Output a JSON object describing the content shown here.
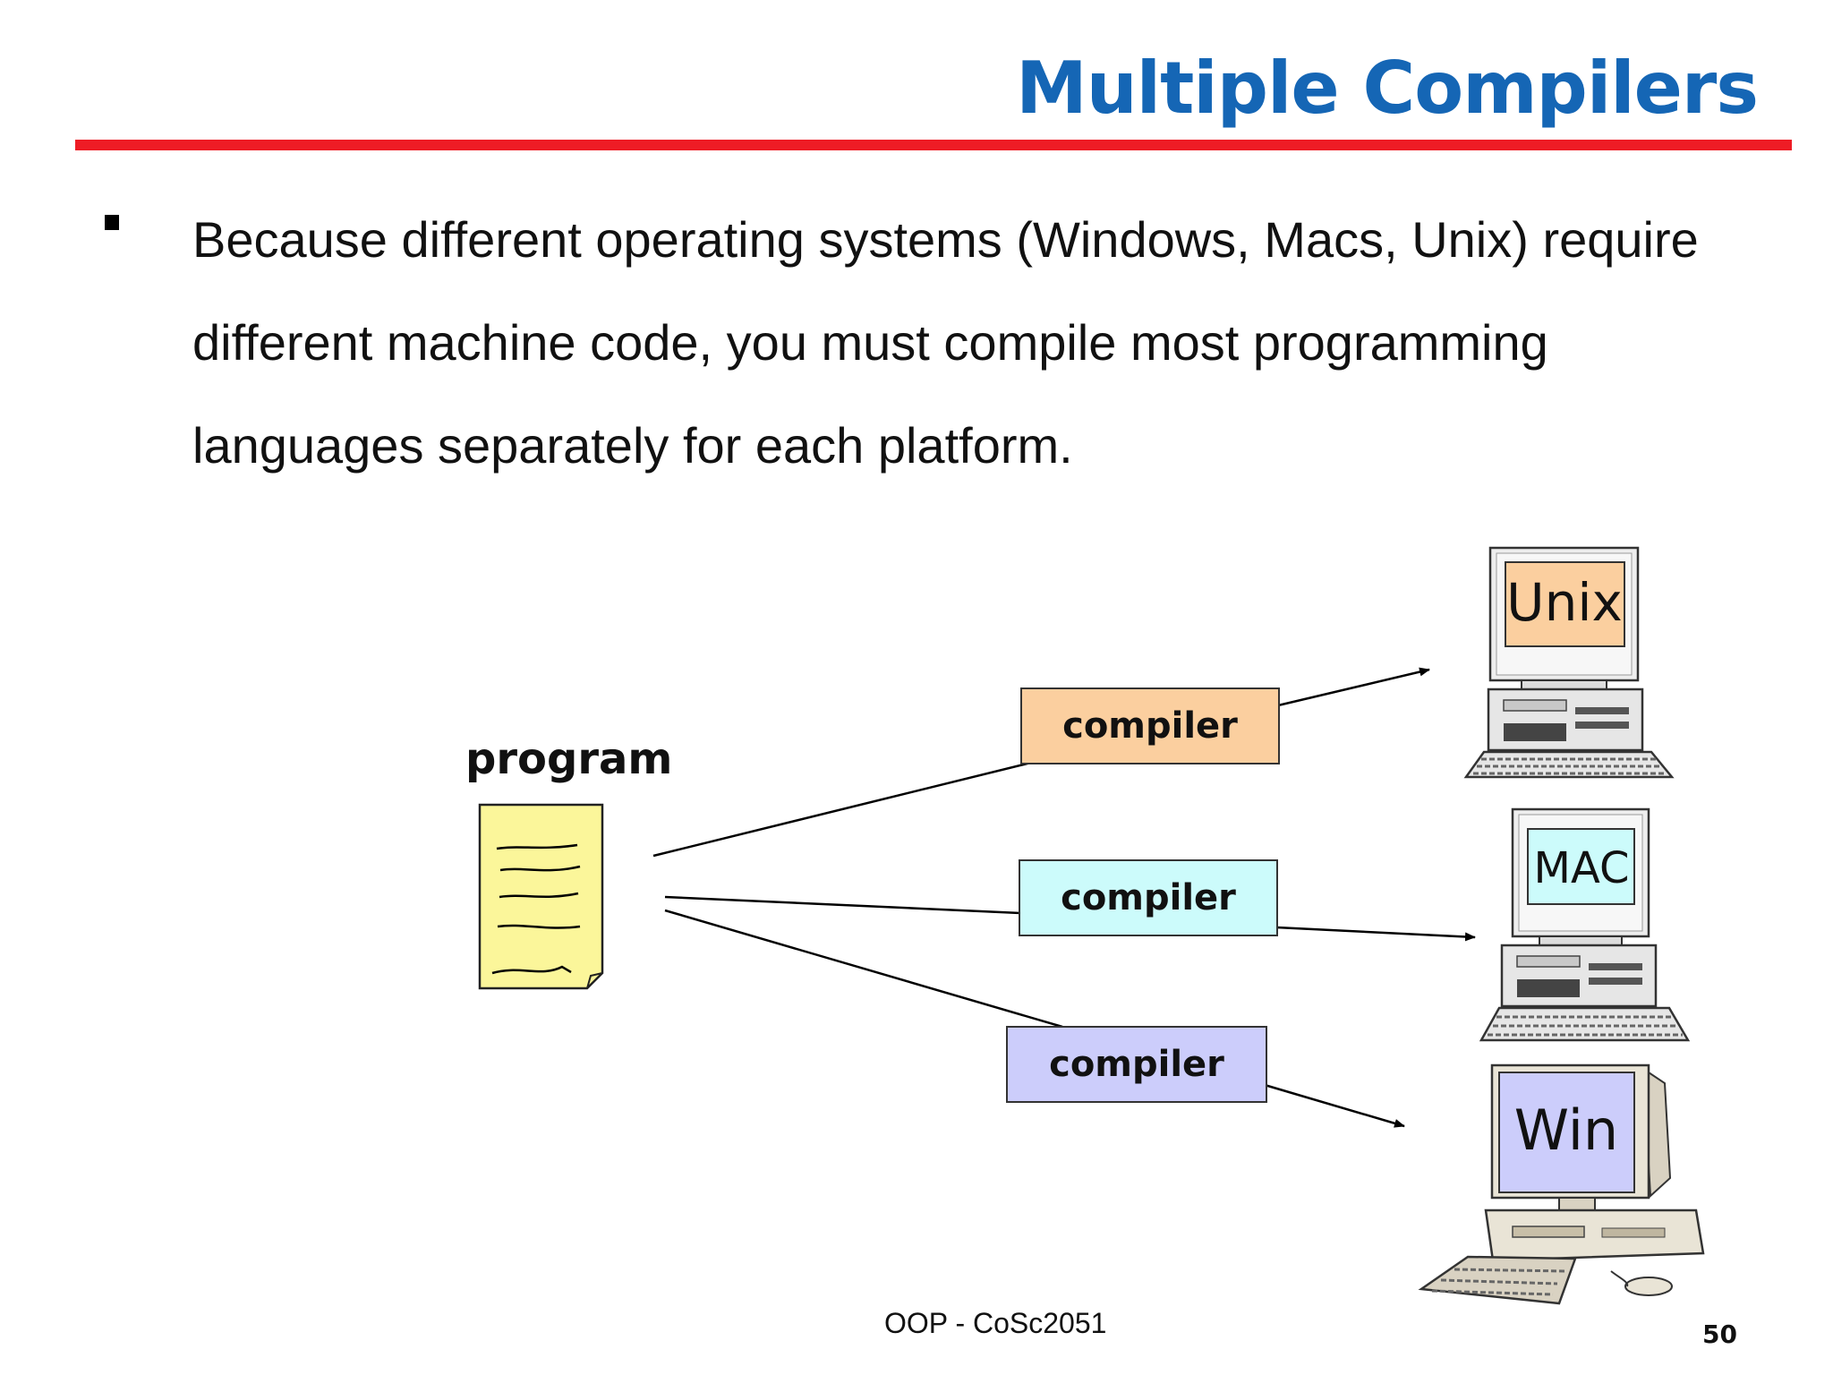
{
  "slide": {
    "title": "Multiple Compilers",
    "bullet": "Because different operating systems (Windows, Macs, Unix) require different machine code, you must compile most programming languages separately for each platform.",
    "footer": "OOP - CoSc2051",
    "page_number": "50"
  },
  "diagram": {
    "program_label": "program",
    "compilers": [
      {
        "label": "compiler",
        "color": "#fbcf9f"
      },
      {
        "label": "compiler",
        "color": "#ccfbfb"
      },
      {
        "label": "compiler",
        "color": "#cccdfb"
      }
    ],
    "platforms": [
      {
        "label": "Unix",
        "color": "#fbcf9f"
      },
      {
        "label": "MAC",
        "color": "#ccfbfb"
      },
      {
        "label": "Win",
        "color": "#cccdfb"
      }
    ]
  },
  "colors": {
    "title": "#1566b5",
    "rule": "#ee1c25",
    "document": "#fbf69a"
  },
  "icons": [
    "bullet-square-icon",
    "document-icon",
    "computer-icon"
  ]
}
